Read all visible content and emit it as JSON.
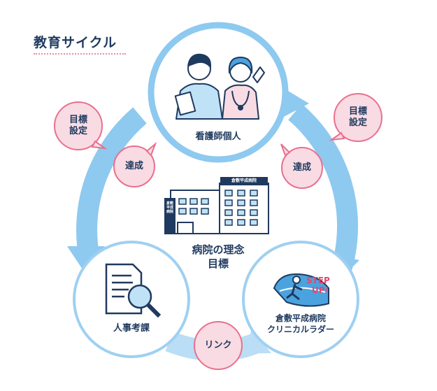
{
  "title": "教育サイクル",
  "nodes": {
    "top": "看護師個人",
    "left": "人事考課",
    "right_line1": "倉敷平成病院",
    "right_line2": "クリニカルラダー"
  },
  "center": {
    "line1": "病院の理念",
    "line2": "目標",
    "sign_main": "倉敷平成病院",
    "sign_side": "倉敷平成病院"
  },
  "badges": {
    "left_goal": "目標\n設定",
    "right_goal": "目標\n設定",
    "left_achieve": "達成",
    "right_achieve": "達成",
    "link": "リンク"
  },
  "step_up": {
    "line1": "STEP",
    "line2": "UP/"
  },
  "colors": {
    "ring": "#8ec9ef",
    "ring_dark": "#6cb6e8",
    "circle_border": "#9fd0f1",
    "pink": "#f9dbe3",
    "pink_border": "#e9708f",
    "accent_red": "#e8446b",
    "navy": "#1f3a5f"
  }
}
